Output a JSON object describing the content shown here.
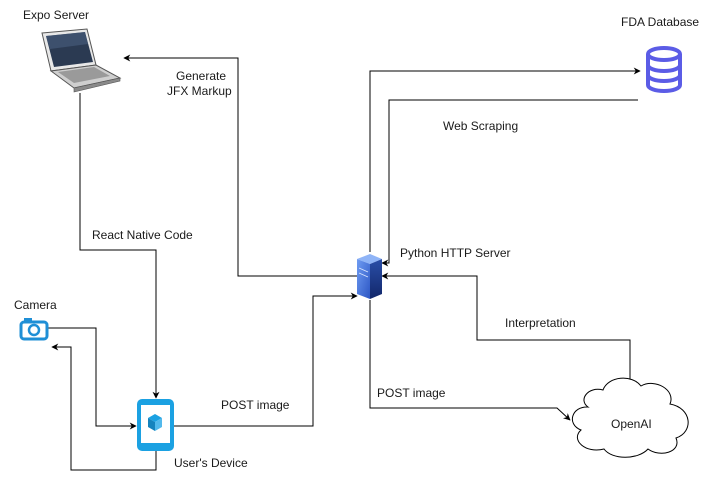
{
  "nodes": {
    "expo_server": {
      "label": "Expo Server",
      "icon": "laptop-icon"
    },
    "fda_database": {
      "label": "FDA Database",
      "icon": "database-icon"
    },
    "python_server": {
      "label": "Python HTTP Server",
      "icon": "server-icon"
    },
    "camera": {
      "label": "Camera",
      "icon": "camera-icon"
    },
    "users_device": {
      "label": "User's Device",
      "icon": "mobile-device-icon"
    },
    "openai": {
      "label": "OpenAI",
      "icon": "cloud-icon"
    }
  },
  "edges": {
    "generate_markup": {
      "line1": "Generate",
      "line2": "JFX Markup"
    },
    "web_scraping": {
      "label": "Web Scraping"
    },
    "react_native": {
      "label": "React Native Code"
    },
    "post_image_device": {
      "label": "POST image"
    },
    "post_image_openai": {
      "label": "POST image"
    },
    "interpretation": {
      "label": "Interpretation"
    }
  },
  "colors": {
    "database": "#5b5ce6",
    "camera": "#1f8fd6",
    "device": "#1ba1e2",
    "server_front": "#3e6fd6",
    "server_side": "#1c3a8a"
  }
}
